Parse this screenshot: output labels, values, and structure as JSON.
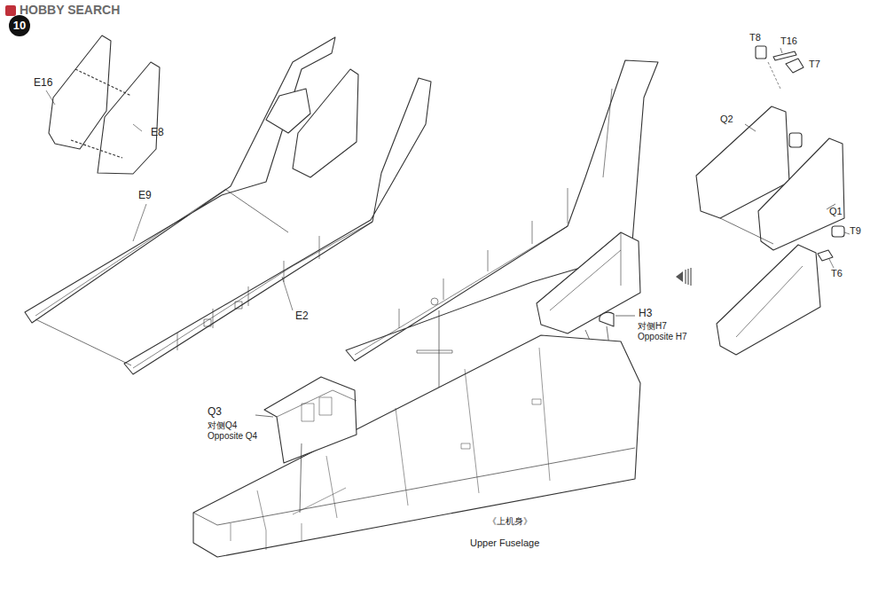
{
  "diagram": {
    "labels": [
      "HOBBY SEARCH",
      "10",
      "T8",
      "T16",
      "T7",
      "Q2",
      "Q1",
      "T9",
      "T6",
      "E16",
      "E8",
      "E9",
      "E2",
      "H3",
      "对侧H7",
      "Opposite H7",
      "Q3",
      "对侧Q4",
      "Opposite Q4",
      "《上机身》",
      "Upper Fuselage"
    ]
  }
}
